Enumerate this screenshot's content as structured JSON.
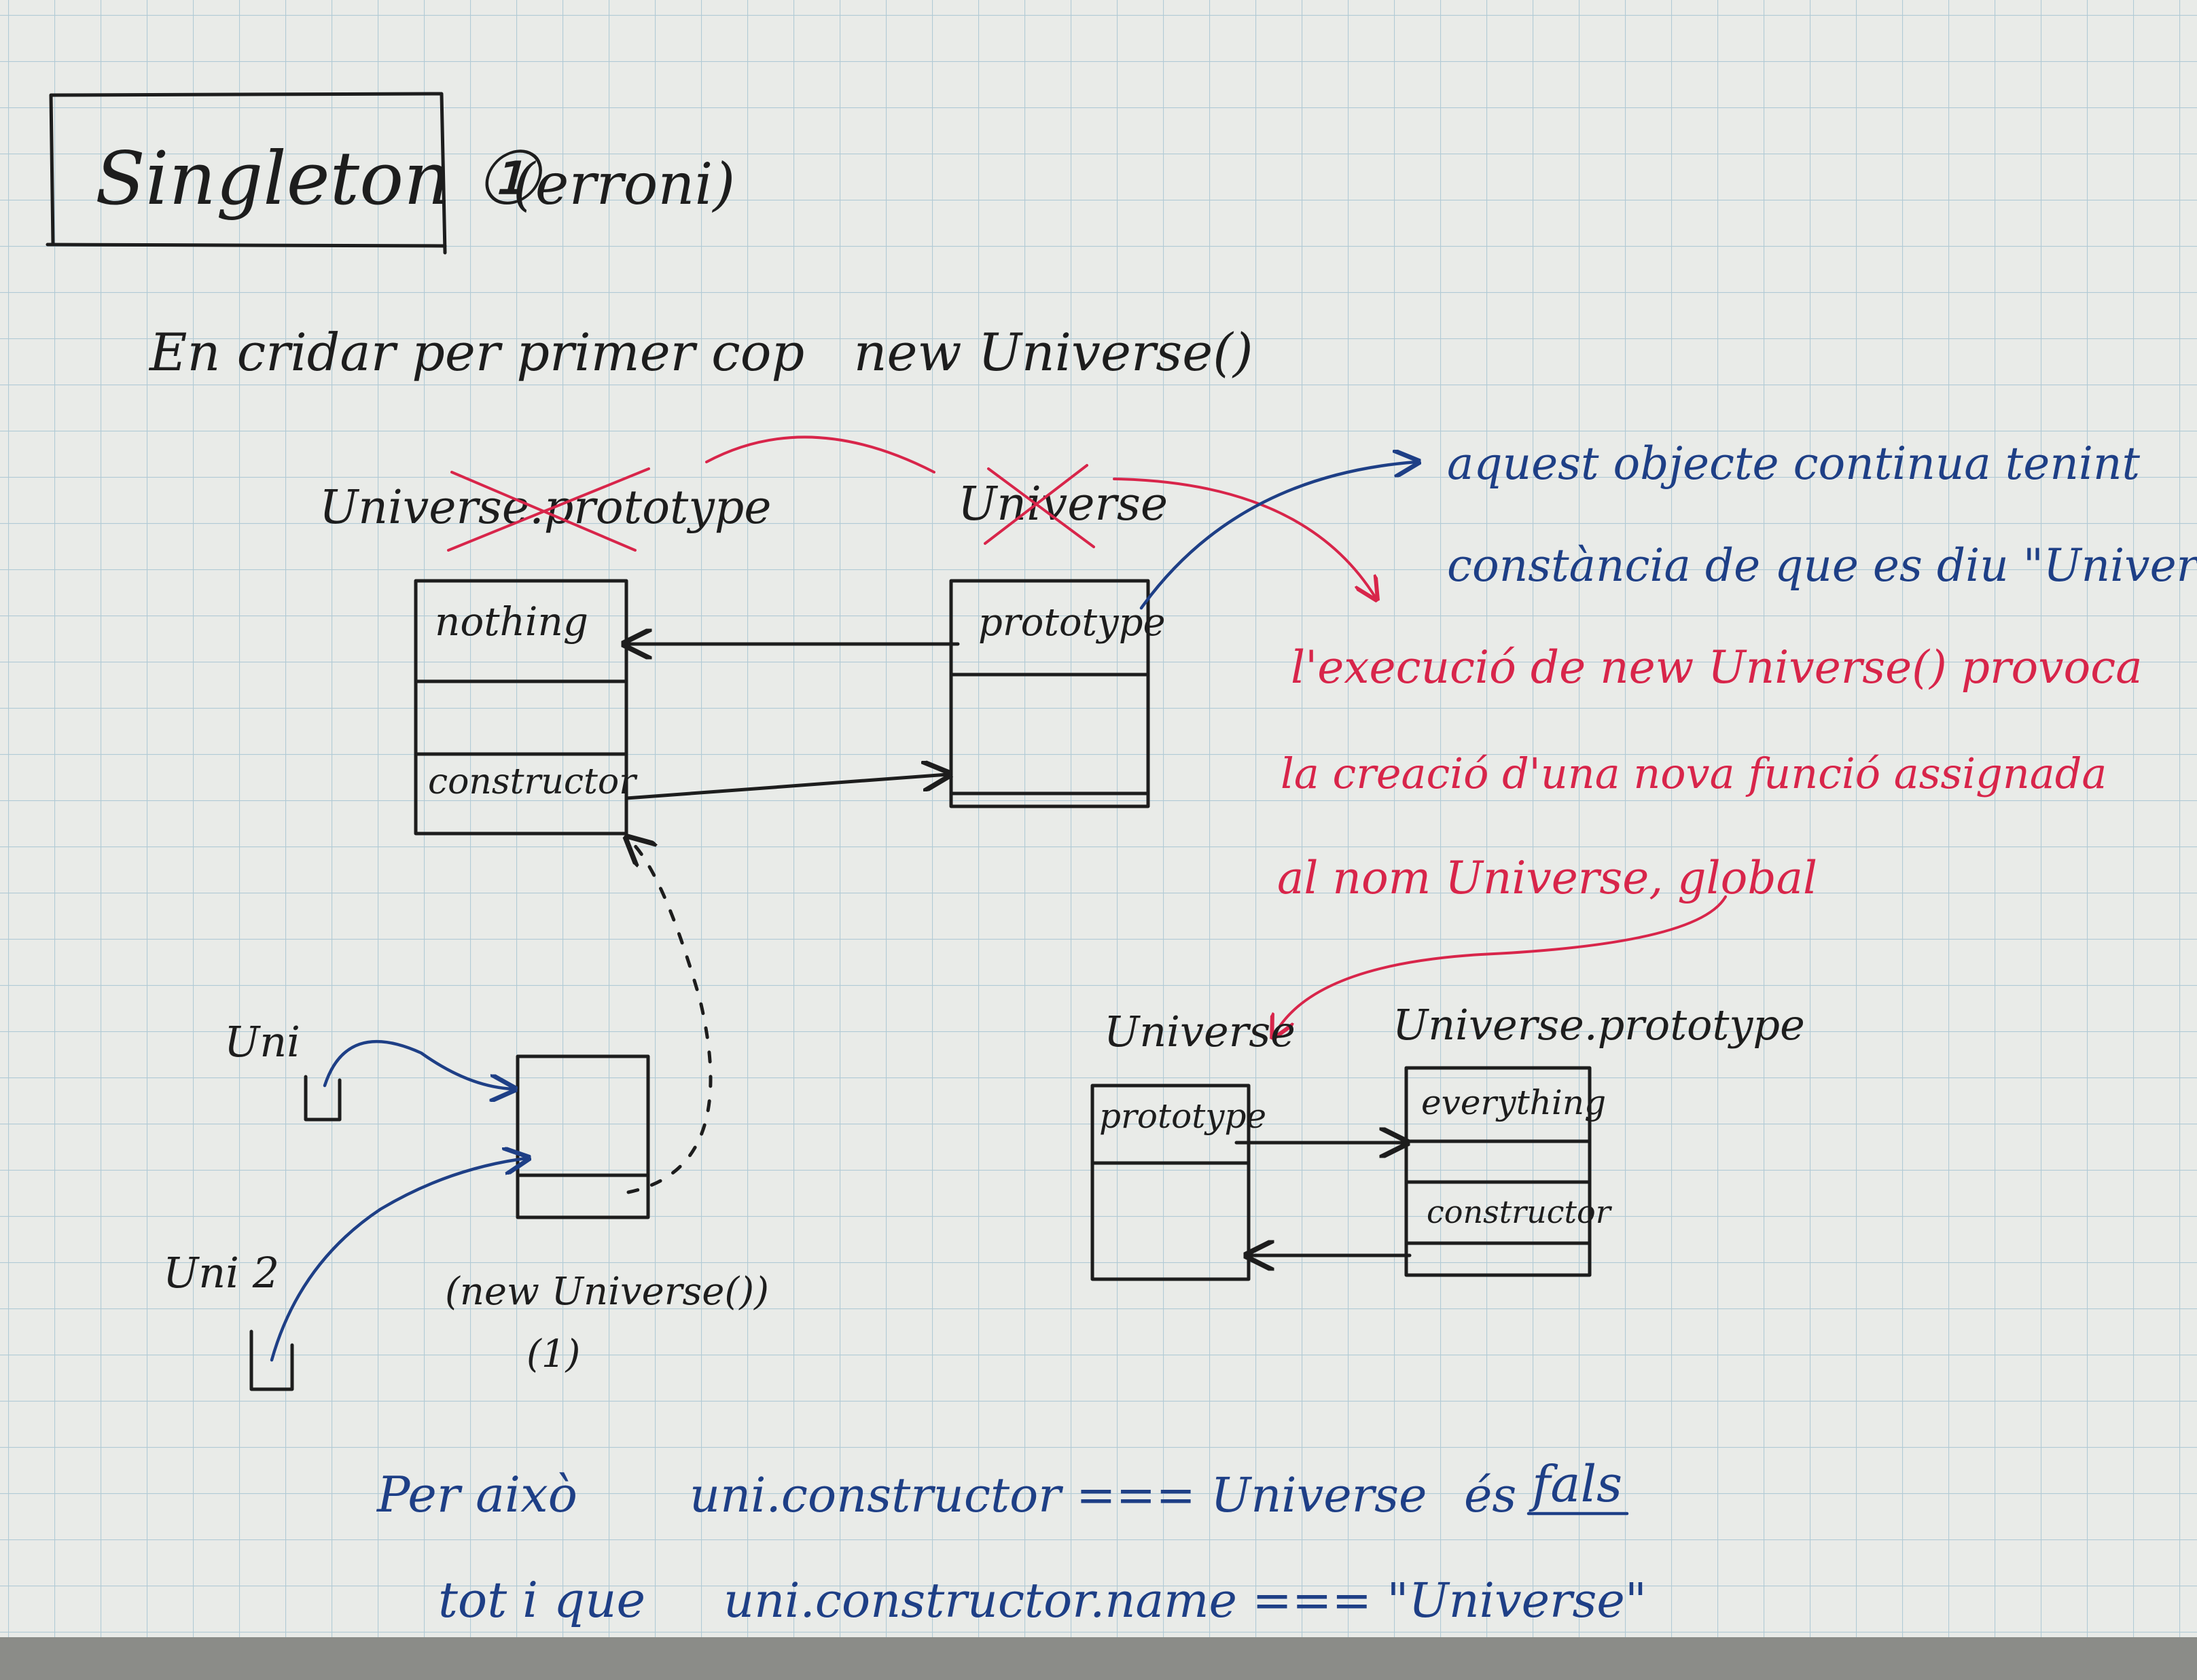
{
  "title": {
    "main": "Singleton ①",
    "note": "(erroni)"
  },
  "intro": "En cridar per primer cop   new Universe()",
  "top_diagram": {
    "prototype_label": "Universe.prototype",
    "prototype_fields": [
      "nothing",
      "constructor"
    ],
    "func_label": "Universe",
    "func_fields": [
      "prototype"
    ]
  },
  "blue_note": {
    "line1": "aquest objecte continua tenint",
    "line2": "constància de que es diu \"Universe\""
  },
  "red_note": {
    "line1": "l'execució de new Universe() provoca",
    "line2": "la creació d'una nova funció assignada",
    "line3": "al nom Universe, global"
  },
  "bottom_diagram": {
    "func_label": "Universe",
    "func_fields": [
      "prototype"
    ],
    "prototype_label": "Universe.prototype",
    "prototype_fields": [
      "everything",
      "constructor"
    ]
  },
  "instances": {
    "var1": "Uni",
    "var2": "Uni 2",
    "object_caption": "(new Universe())",
    "object_index": "(1)"
  },
  "conclusion": {
    "line1_prefix": "Per això",
    "line1_expr": "uni.constructor === Universe",
    "line1_verdict_prefix": "és",
    "line1_verdict": "fals",
    "line2_prefix": "tot i que",
    "line2_expr": "uni.constructor.name === \"Universe\""
  },
  "colors": {
    "paper": "#e9ebe8",
    "grid": "#9fbfcf",
    "ink_black": "#1d1d1d",
    "ink_red": "#d8254a",
    "ink_blue": "#1e3f86"
  }
}
